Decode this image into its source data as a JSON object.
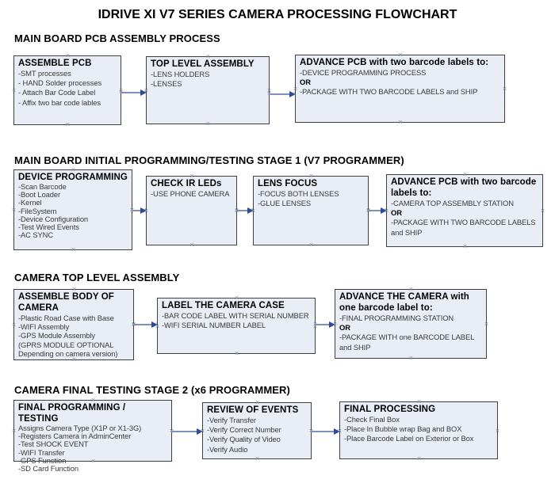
{
  "title": "IDRIVE XI V7 SERIES CAMERA PROCESSING FLOWCHART",
  "icons": {
    "connection_handle": "×"
  },
  "colors": {
    "box_fill": "#e9edf6",
    "box_border": "#3f3f3f",
    "arrow_line": "#7e90c0",
    "arrow_head": "#2e4a9b",
    "handle": "#7f8698"
  },
  "sections": [
    {
      "header": "MAIN BOARD PCB ASSEMBLY PROCESS",
      "boxes": [
        {
          "title": "ASSEMBLE PCB",
          "items": [
            "-SMT processes",
            "- HAND Solder processes",
            "- Attach Bar Code Label",
            "- Affix two bar code lables"
          ]
        },
        {
          "title": "TOP LEVEL ASSEMBLY",
          "items": [
            "-LENS HOLDERS",
            "-LENSES"
          ]
        },
        {
          "title": "ADVANCE PCB with two barcode labels to:",
          "items": [
            "-DEVICE PROGRAMMING PROCESS",
            "OR",
            "-PACKAGE WITH TWO BARCODE LABELS and SHIP"
          ]
        }
      ]
    },
    {
      "header": "MAIN BOARD INITIAL PROGRAMMING/TESTING STAGE 1 (V7 PROGRAMMER)",
      "boxes": [
        {
          "title": "DEVICE PROGRAMMING",
          "items": [
            "-Scan Barcode",
            "-Boot Loader",
            "-Kernel",
            "-FileSystem",
            "-Device Configuration",
            "-Test Wired Events",
            "-AC SYNC"
          ]
        },
        {
          "title": "CHECK IR LEDs",
          "items": [
            "-USE PHONE CAMERA"
          ]
        },
        {
          "title": "LENS FOCUS",
          "items": [
            "-FOCUS BOTH LENSES",
            "-GLUE LENSES"
          ]
        },
        {
          "title": "ADVANCE PCB with two barcode labels to:",
          "items": [
            "-CAMERA TOP ASSEMBLY STATION",
            "OR",
            "-PACKAGE WITH TWO BARCODE LABELS",
            "and SHIP"
          ]
        }
      ]
    },
    {
      "header": "CAMERA TOP LEVEL ASSEMBLY",
      "boxes": [
        {
          "title": "ASSEMBLE BODY OF CAMERA",
          "items": [
            "-Plastic Road Case with Base",
            "-WIFI Assembly",
            "-GPS Module Assembly",
            "(GPRS MODULE OPTIONAL",
            "Depending on camera version)"
          ]
        },
        {
          "title": "LABEL THE CAMERA CASE",
          "items": [
            "-BAR CODE LABEL WITH SERIAL NUMBER",
            "-WIFI SERIAL NUMBER LABEL"
          ]
        },
        {
          "title": "ADVANCE THE CAMERA with one barcode label to:",
          "items": [
            "-FINAL PROGRAMMING STATION",
            "OR",
            "-PACKAGE WITH one BARCODE LABEL",
            "and SHIP"
          ]
        }
      ]
    },
    {
      "header": "CAMERA FINAL TESTING STAGE 2 (x6 PROGRAMMER)",
      "boxes": [
        {
          "title": "FINAL PROGRAMMING / TESTING",
          "items": [
            "Assigns Camera Type (X1P or X1-3G)",
            "-Registers Camera in AdminCenter",
            "-Test SHOCK EVENT",
            "-WIFI Transfer",
            "-GPS Function",
            "-SD Card Function"
          ]
        },
        {
          "title": "REVIEW OF EVENTS",
          "items": [
            "-Verify Transfer",
            "-Verify Correct Number",
            "-Verify Quality of Video",
            "-Verify Audio"
          ]
        },
        {
          "title": "FINAL PROCESSING",
          "items": [
            "-Check Final Box",
            "-Place In Bubble wrap Bag and BOX",
            "-Place Barcode Label on Exterior or Box"
          ]
        }
      ]
    }
  ]
}
